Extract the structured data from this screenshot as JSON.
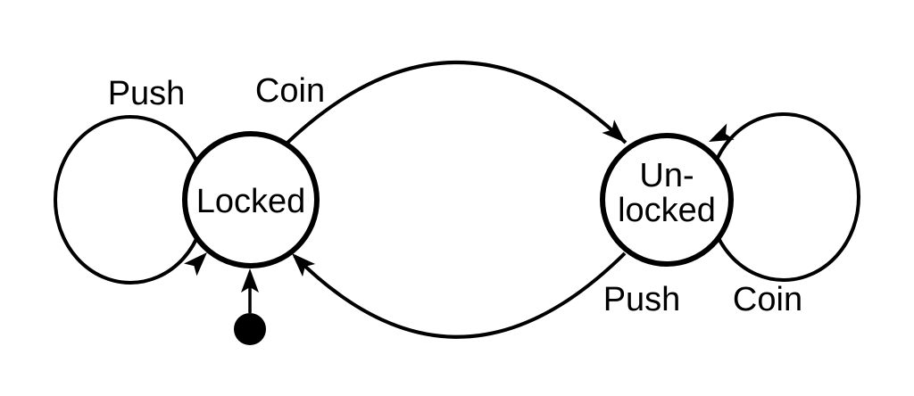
{
  "diagram": {
    "type": "finite-state-machine",
    "colors": {
      "stroke": "#000000",
      "background": "#ffffff",
      "text": "#000000"
    },
    "initial_state": "locked",
    "states": [
      {
        "id": "locked",
        "label": "Locked"
      },
      {
        "id": "unlocked",
        "label_line1": "Un-",
        "label_line2": "locked"
      }
    ],
    "transitions": [
      {
        "from": "locked",
        "to": "locked",
        "label": "Push"
      },
      {
        "from": "locked",
        "to": "unlocked",
        "label": "Coin"
      },
      {
        "from": "unlocked",
        "to": "locked",
        "label": "Push"
      },
      {
        "from": "unlocked",
        "to": "unlocked",
        "label": "Coin"
      }
    ]
  }
}
